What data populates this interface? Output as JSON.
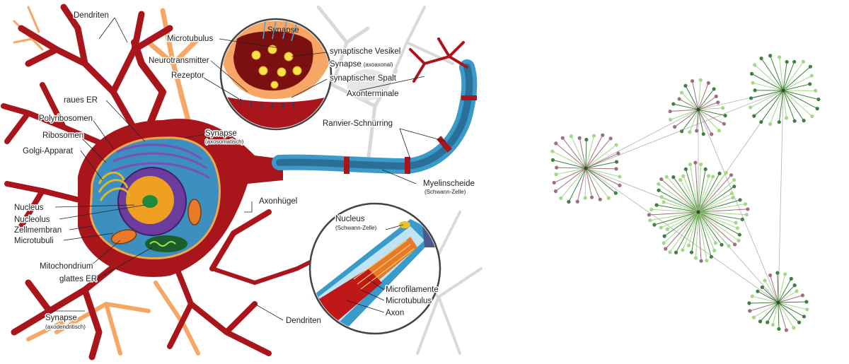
{
  "labels": {
    "dendriten_top": "Dendriten",
    "microtubulus_top": "Microtubulus",
    "neurotransmitter": "Neurotransmitter",
    "rezeptor": "Rezeptor",
    "synapse_title": "Synapse",
    "synaptische_vesikel": "synaptische Vesikel",
    "synapse_axoaxonal": "Synapse",
    "axoaxonal_sub": "(axoaxonal)",
    "synaptischer_spalt": "synaptischer Spalt",
    "axonterminale": "Axonterminale",
    "raues_er": "raues ER",
    "polyribosomen": "Polyribosomen",
    "ribosomen": "Ribosomen",
    "golgi": "Golgi-Apparat",
    "synapse_axosomatisch": "Synapse",
    "axosomatisch_sub": "(axosomatisch)",
    "ranvier": "Ranvier-Schnürring",
    "myelinscheide": "Myelinscheide",
    "schwann_sub": "(Schwann-Zelle)",
    "axonhuegel": "Axonhügel",
    "nucleus": "Nucleus",
    "nucleolus": "Nucleolus",
    "zellmembran": "Zellmembran",
    "microtubuli": "Microtubuli",
    "nucleus_inset": "Nucleus",
    "nucleus_inset_sub": "(Schwann-Zelle)",
    "mitochondrium": "Mitochondrium",
    "glattes_er": "glattes ER",
    "microfilamente": "Microfilamente",
    "microtubulus_inset": "Microtubulus",
    "axon": "Axon",
    "synapse_axodendritisch": "Synapse",
    "axodendritisch_sub": "(axodendritisch)",
    "dendriten_bottom": "Dendriten"
  },
  "colors": {
    "neuron_red": "#a8161b",
    "soma_blue": "#3d8fbf",
    "nucleus_purple": "#6b3b9e",
    "nucleolus_orange": "#f0a020",
    "myelin_blue": "#3a9ac9",
    "background_neuron": "#d9d9d9",
    "peach": "#f7a765",
    "graph_dark_green": "#3f7f3f",
    "graph_light_green": "#a4d886",
    "graph_mauve": "#9e6f7c",
    "graph_edge": "#b0b0b0"
  },
  "graph": {
    "hubs": [
      {
        "id": "h1",
        "spokes": 26,
        "pattern": [
          "dark",
          "light",
          "dark",
          "light",
          "dark",
          "dark",
          "light",
          "dark"
        ]
      },
      {
        "id": "h2",
        "spokes": 22,
        "pattern": [
          "mauve",
          "light",
          "dark",
          "mauve",
          "light",
          "mauve",
          "dark"
        ]
      },
      {
        "id": "h3",
        "spokes": 28,
        "pattern": [
          "mauve",
          "light",
          "mauve",
          "dark",
          "light",
          "mauve"
        ]
      },
      {
        "id": "h4",
        "spokes": 56,
        "pattern": [
          "light",
          "dark",
          "light",
          "mauve",
          "light",
          "dark",
          "light"
        ]
      },
      {
        "id": "h5",
        "spokes": 24,
        "pattern": [
          "dark",
          "light",
          "mauve",
          "dark",
          "light",
          "dark"
        ]
      }
    ],
    "edges": [
      [
        "h1",
        "h2"
      ],
      [
        "h1",
        "h3"
      ],
      [
        "h1",
        "h4"
      ],
      [
        "h2",
        "h3"
      ],
      [
        "h2",
        "h4"
      ],
      [
        "h2",
        "h5"
      ],
      [
        "h3",
        "h4"
      ],
      [
        "h3",
        "h5"
      ],
      [
        "h4",
        "h5"
      ],
      [
        "h1",
        "h5"
      ]
    ]
  }
}
